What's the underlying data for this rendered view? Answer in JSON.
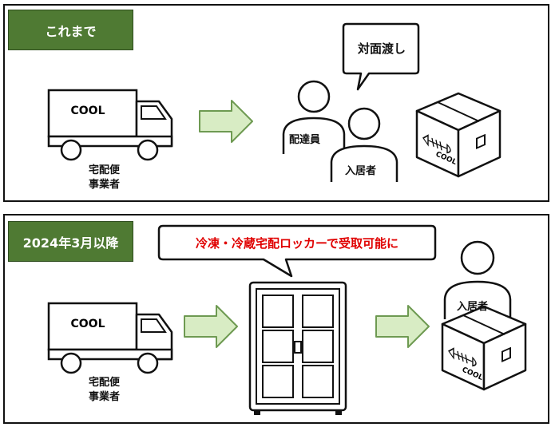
{
  "top_panel": {
    "tag": "これまで",
    "truck_label": "COOL",
    "carrier_line1": "宅配便",
    "carrier_line2": "事業者",
    "speech_bubble": "対面渡し",
    "deliverer": "配達員",
    "resident": "入居者",
    "box_label": "COOL"
  },
  "bottom_panel": {
    "tag": "2024年3月以降",
    "truck_label": "COOL",
    "carrier_line1": "宅配便",
    "carrier_line2": "事業者",
    "callout": "冷凍・冷蔵宅配ロッカーで受取可能に",
    "resident": "入居者",
    "box_label": "COOL"
  },
  "colors": {
    "tag_green": "#4f7a33",
    "arrow_fill": "#d8ecc4",
    "arrow_stroke": "#6e9a52",
    "callout_text": "#e00000",
    "outline": "#111111"
  }
}
